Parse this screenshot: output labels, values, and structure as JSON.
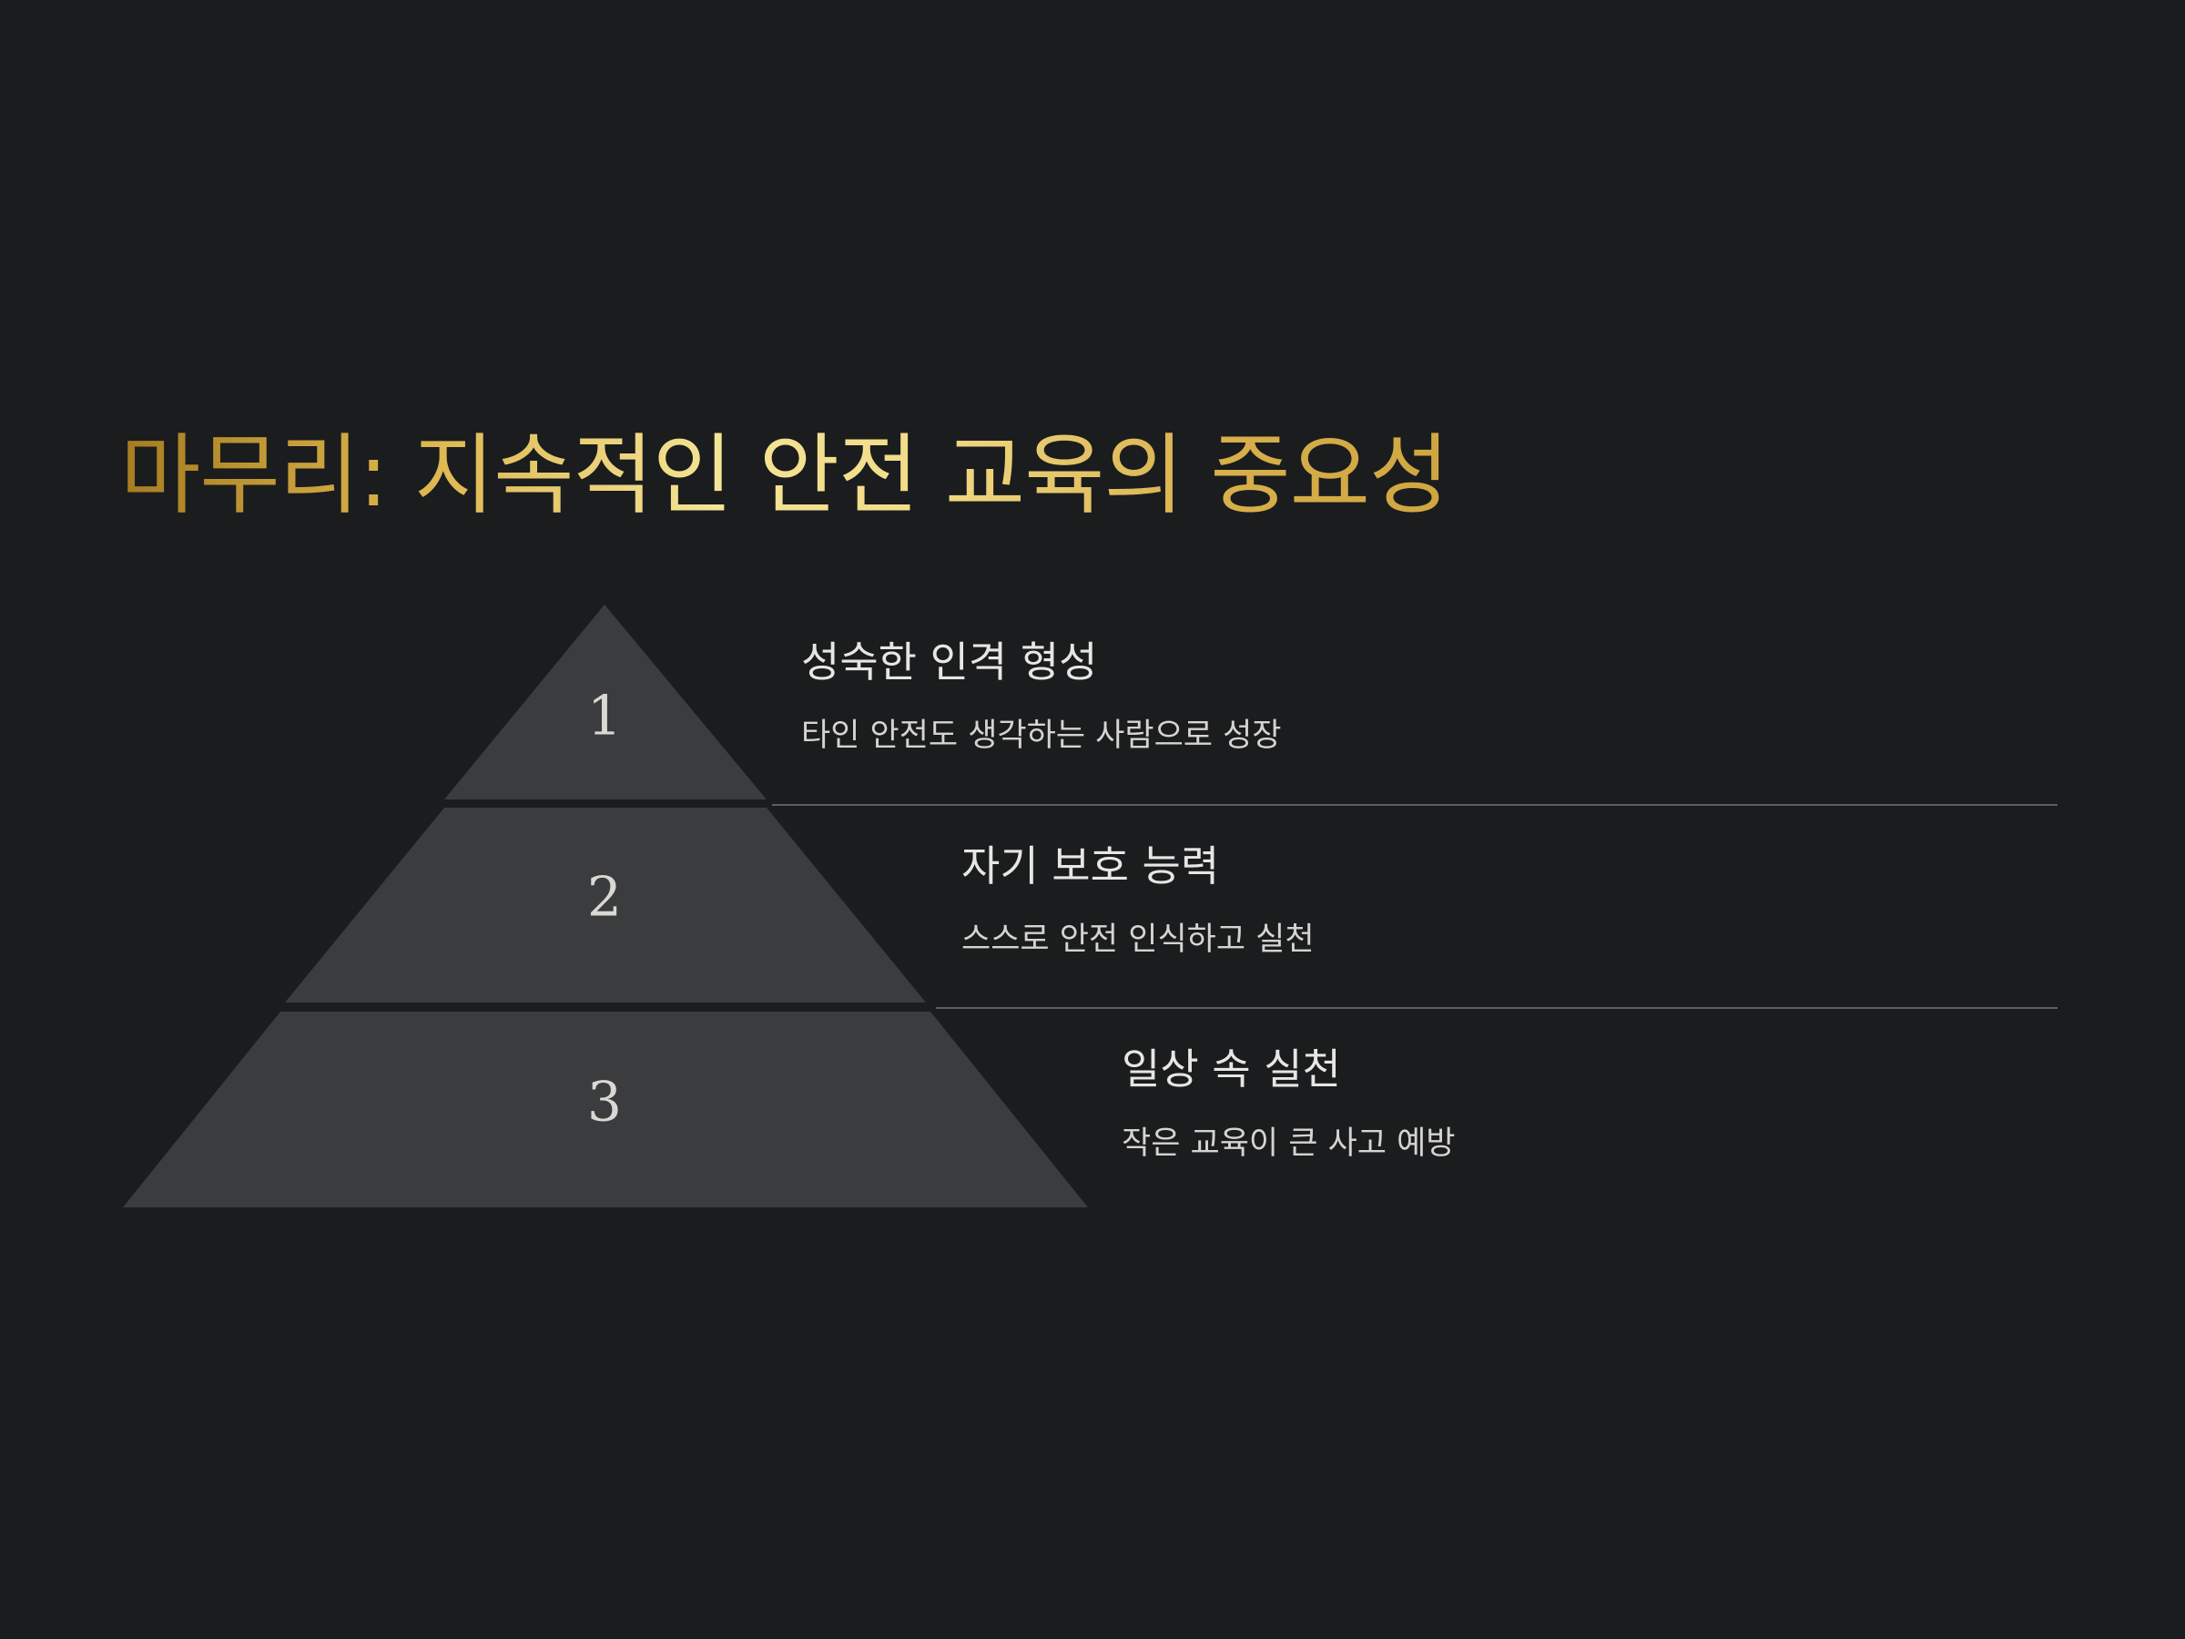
{
  "slide": {
    "title": "마무리: 지속적인 안전 교육의 중요성"
  },
  "pyramid": {
    "tiers": [
      {
        "number": "1",
        "title": "성숙한 인격 형성",
        "description": "타인 안전도 생각하는 사람으로 성장"
      },
      {
        "number": "2",
        "title": "자기 보호 능력",
        "description": "스스로 안전 인식하고 실천"
      },
      {
        "number": "3",
        "title": "일상 속 실천",
        "description": "작은 교육이 큰 사고 예방"
      }
    ]
  },
  "colors": {
    "background": "#1b1c1e",
    "tier_fill": "#3b3c3e",
    "separator": "#5c5d60",
    "title_gold_dark": "#a57c20",
    "title_gold_light": "#f4e496"
  }
}
